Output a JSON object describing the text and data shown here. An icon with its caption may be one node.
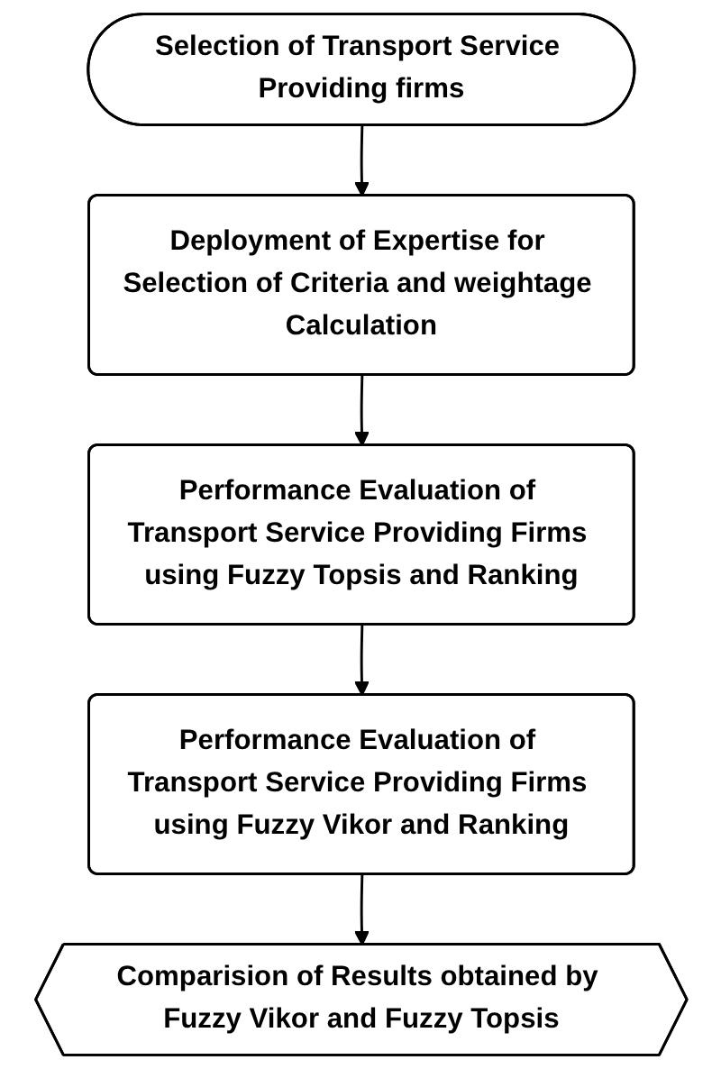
{
  "diagram": {
    "nodes": [
      {
        "text": [
          "Selection of Transport Service Providing firms"
        ]
      },
      {
        "text": [
          "Deployment of Expertise for Selection of Criteria and weightage Calculation"
        ]
      },
      {
        "text": [
          "Performance Evaluation of Transport Service Providing Firms using Fuzzy Topsis and Ranking"
        ]
      },
      {
        "text": [
          "Performance Evaluation of Transport Service Providing Firms using Fuzzy Vikor and Ranking"
        ]
      },
      {
        "text": [
          "Comparision of Results obtained by Fuzzy Vikor and Fuzzy Topsis"
        ]
      }
    ],
    "edges": [
      {
        "from": 0,
        "to": 1,
        "arrow": "to"
      },
      {
        "from": 1,
        "to": 2,
        "arrow": "to"
      },
      {
        "from": 2,
        "to": 3,
        "arrow": "to"
      },
      {
        "from": 3,
        "to": 4,
        "arrow": "to"
      }
    ]
  }
}
